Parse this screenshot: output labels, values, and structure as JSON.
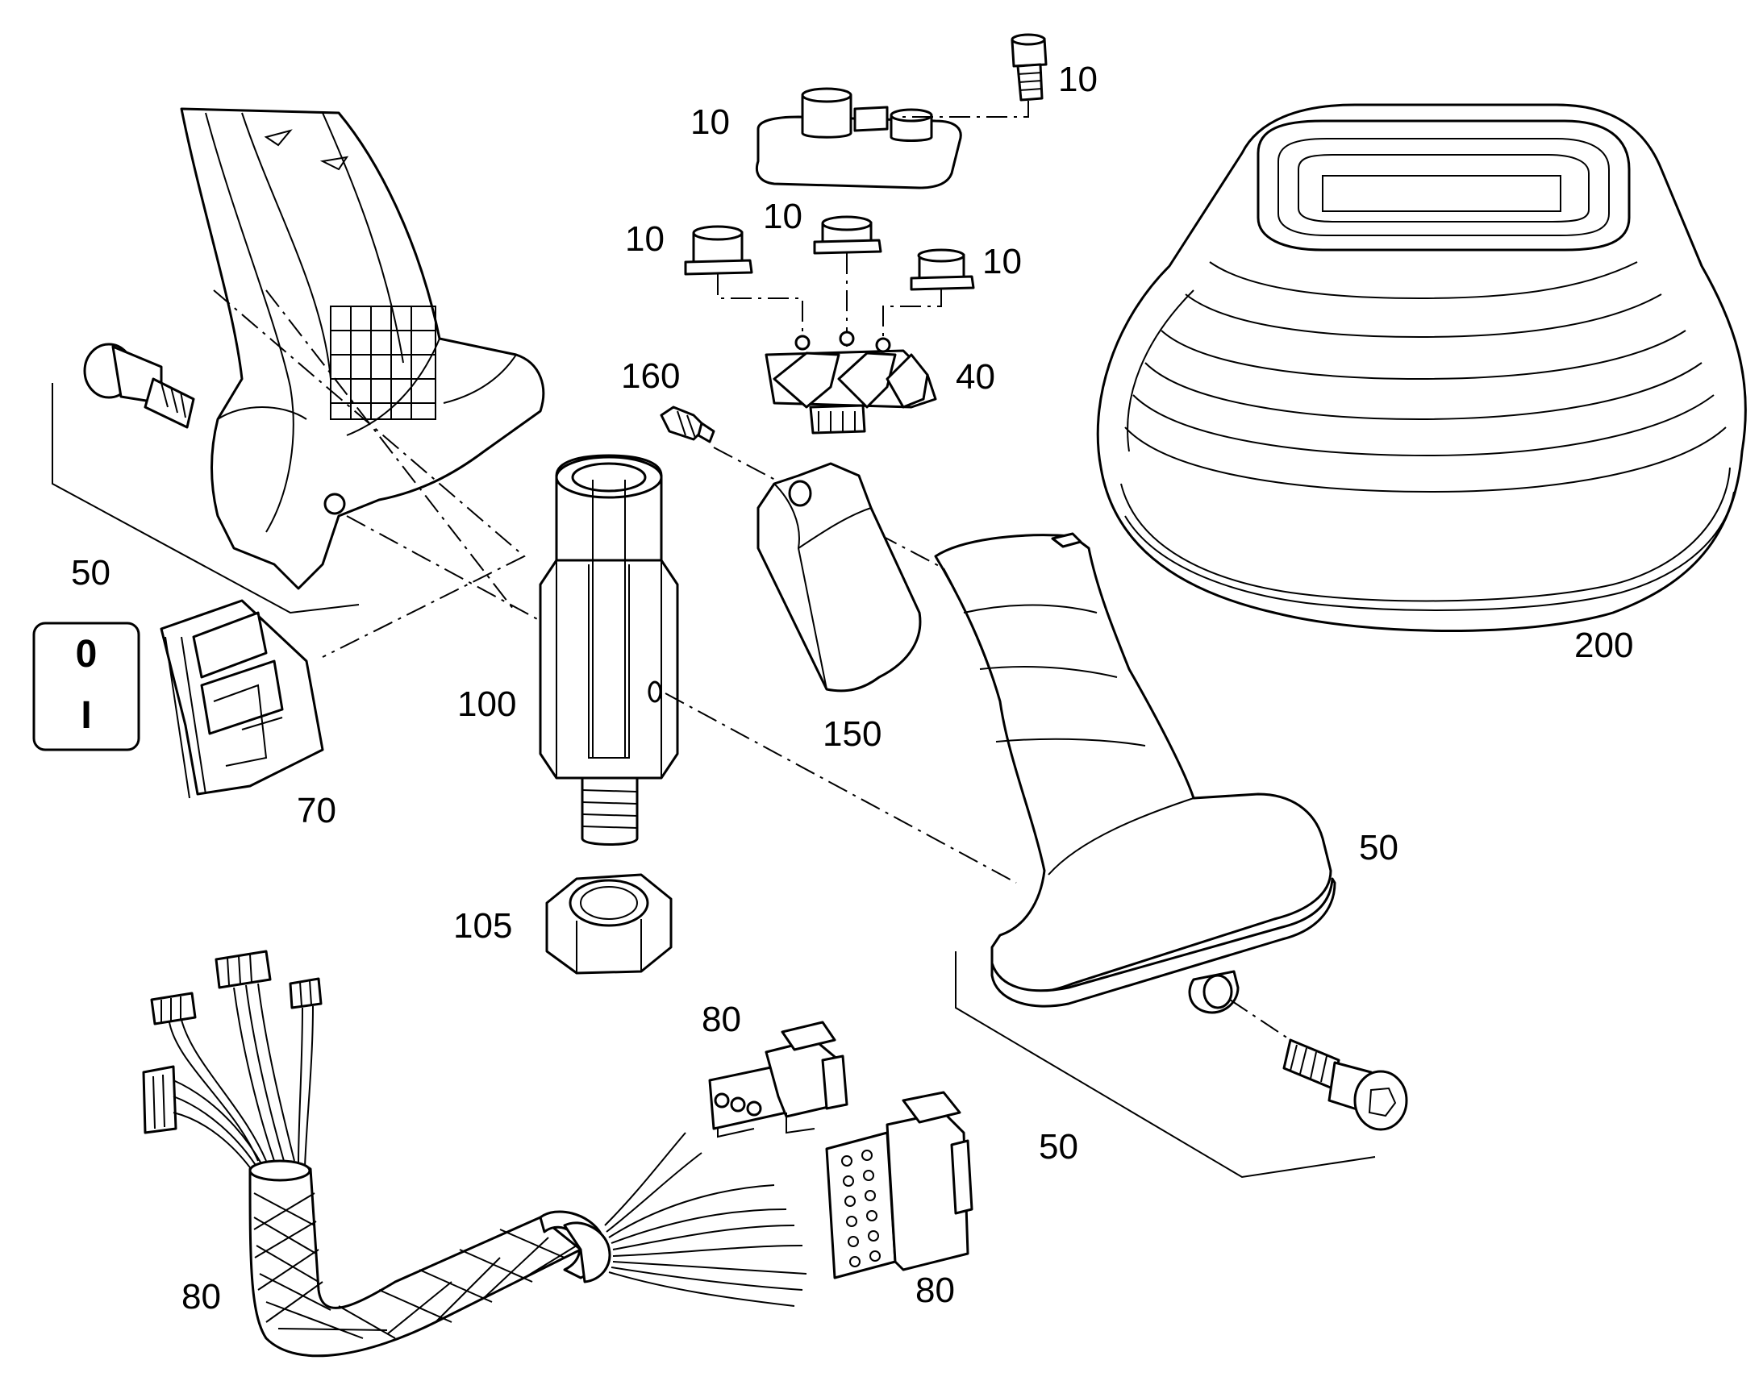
{
  "callouts": {
    "c10_screw": "10",
    "c10_cap": "10",
    "c10_btn_top": "10",
    "c10_btn_left": "10",
    "c10_btn_right": "10",
    "c40": "40",
    "c160": "160",
    "c150": "150",
    "c50_left": "50",
    "c50_right": "50",
    "c50_bottom": "50",
    "c70": "70",
    "c100": "100",
    "c105": "105",
    "c80_top": "80",
    "c80_bottom": "80",
    "c80_harness": "80",
    "c200": "200"
  },
  "switch_symbol": {
    "top": "0",
    "bottom": "I"
  }
}
